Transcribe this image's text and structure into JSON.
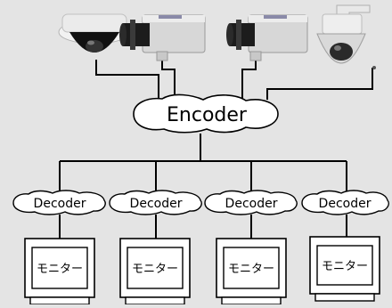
{
  "encoder": {
    "label": "Encoder"
  },
  "decoders": [
    {
      "label": "Decoder"
    },
    {
      "label": "Decoder"
    },
    {
      "label": "Decoder"
    },
    {
      "label": "Decoder"
    }
  ],
  "monitors": [
    {
      "label": "モニター"
    },
    {
      "label": "モニター"
    },
    {
      "label": "モニター"
    },
    {
      "label": "モニター"
    }
  ],
  "cameras": [
    {
      "kind": "dome-camera-icon"
    },
    {
      "kind": "box-camera-icon"
    },
    {
      "kind": "box-camera-icon"
    },
    {
      "kind": "ptz-dome-camera-icon"
    }
  ],
  "colors": {
    "background": "#e4e4e4",
    "line": "#000000",
    "shape_fill": "#ffffff",
    "camera_body": "#c8c8c8",
    "lens": "#1a1a1a"
  }
}
